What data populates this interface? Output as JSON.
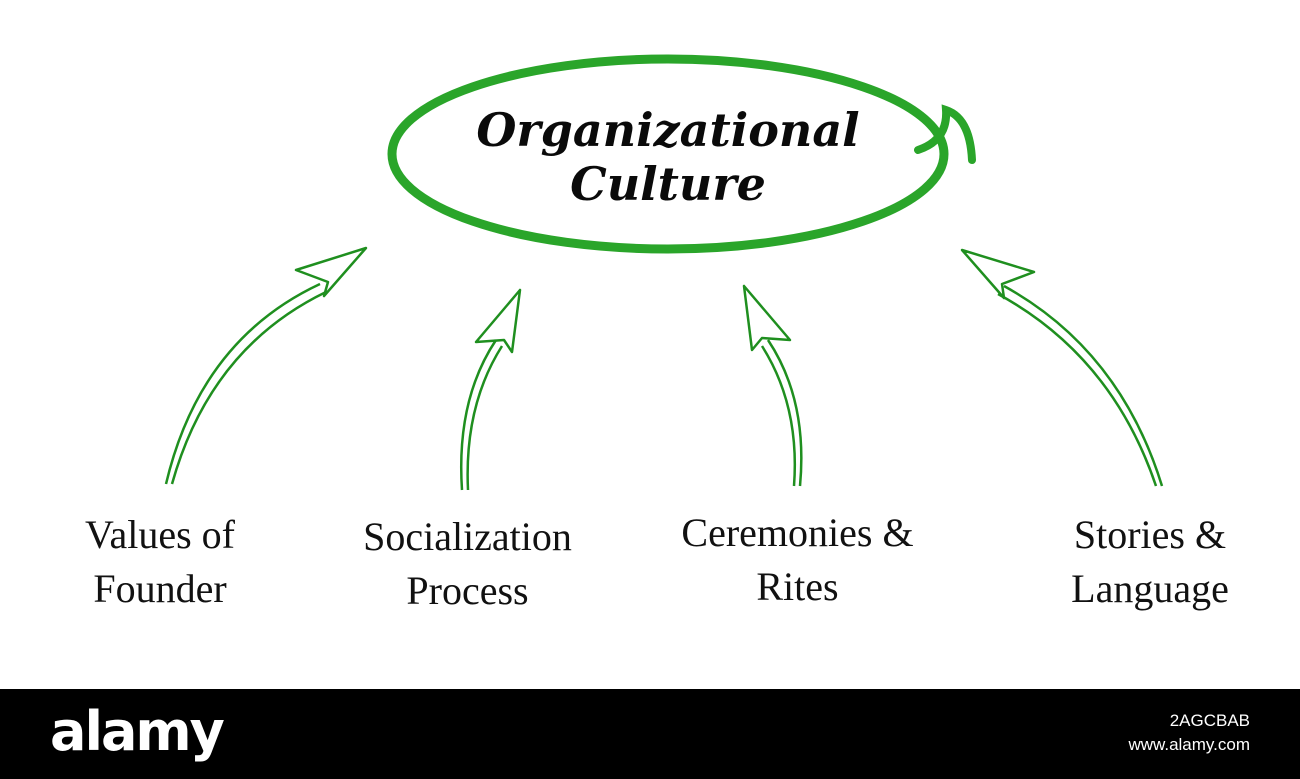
{
  "diagram": {
    "center": {
      "lines": [
        "Organizational",
        "Culture"
      ]
    },
    "nodes": [
      {
        "lines": [
          "Values of",
          "Founder"
        ]
      },
      {
        "lines": [
          "Socialization",
          "Process"
        ]
      },
      {
        "lines": [
          "Ceremonies &",
          "Rites"
        ]
      },
      {
        "lines": [
          "Stories &",
          "Language"
        ]
      }
    ],
    "accent_color": "#2aa52a",
    "arrow_color": "#1f8f1f"
  },
  "watermark": {
    "logo": "alamy",
    "image_id": "2AGCBAB",
    "url": "www.alamy.com"
  }
}
